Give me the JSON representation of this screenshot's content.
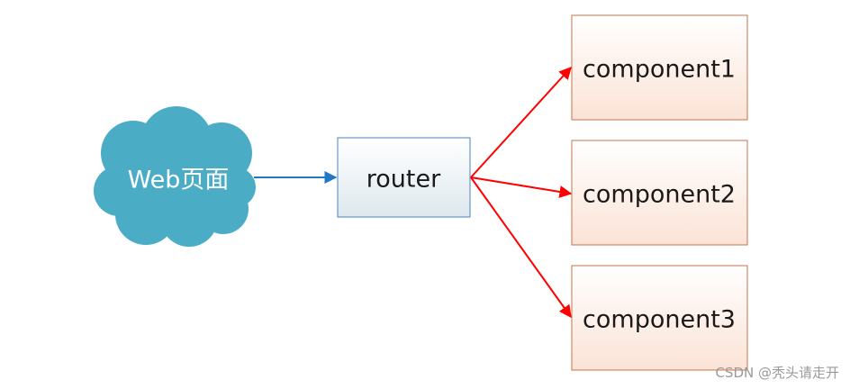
{
  "diagram": {
    "source_label": "Web页面",
    "router_label": "router",
    "components": [
      {
        "label": "component1"
      },
      {
        "label": "component2"
      },
      {
        "label": "component3"
      }
    ]
  },
  "watermark": "CSDN @秃头请走开",
  "colors": {
    "cloud_fill": "#4bacc6",
    "cloud_text": "#ffffff",
    "router_fill_top": "#ffffff",
    "router_fill_bottom": "#dde8ee",
    "router_stroke": "#4f81bd",
    "component_fill_top": "#ffffff",
    "component_fill_bottom": "#fbe3d6",
    "component_stroke": "#c0764a",
    "blue_arrow": "#1f77c8",
    "red_arrow": "#ff0000",
    "text": "#1a1a1a"
  }
}
